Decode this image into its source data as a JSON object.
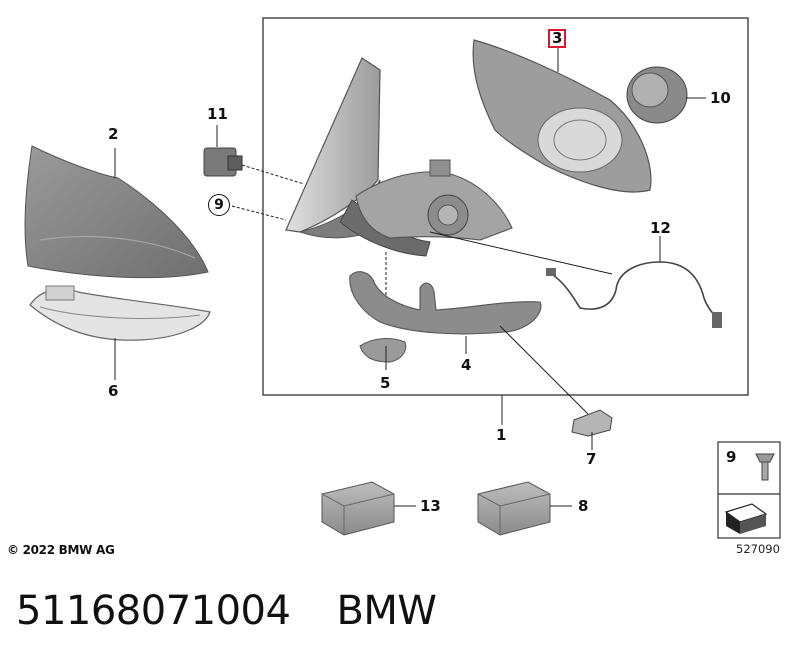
{
  "diagram": {
    "callouts": [
      {
        "id": "c1",
        "label": "1"
      },
      {
        "id": "c2",
        "label": "2"
      },
      {
        "id": "c3",
        "label": "3",
        "highlighted": true
      },
      {
        "id": "c4",
        "label": "4"
      },
      {
        "id": "c5",
        "label": "5"
      },
      {
        "id": "c6",
        "label": "6"
      },
      {
        "id": "c7",
        "label": "7"
      },
      {
        "id": "c8",
        "label": "8"
      },
      {
        "id": "c9",
        "label": "9",
        "circled": true
      },
      {
        "id": "c10",
        "label": "10"
      },
      {
        "id": "c11",
        "label": "11"
      },
      {
        "id": "c12",
        "label": "12"
      },
      {
        "id": "c13",
        "label": "13"
      }
    ],
    "legend_box_label": "9",
    "copyright": "© 2022 BMW AG",
    "diagram_number": "527090",
    "colors": {
      "highlight": "#d9182d",
      "part_fill": "#8f8f8f",
      "line": "#222222"
    }
  },
  "footer": {
    "part_number": "51168071004",
    "brand": "BMW"
  }
}
